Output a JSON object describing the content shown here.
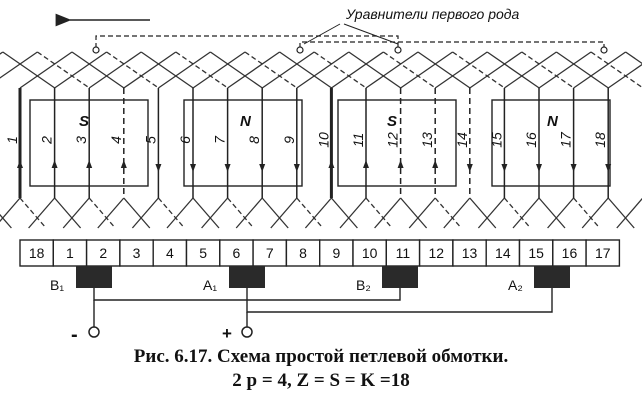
{
  "diagram": {
    "equalizer_label": "Уравнители первого рода",
    "conductor_labels": [
      "1",
      "2",
      "3",
      "4",
      "5",
      "6",
      "7",
      "8",
      "9",
      "10",
      "11",
      "12",
      "13",
      "14",
      "15",
      "16",
      "17",
      "18"
    ],
    "pole_labels": [
      "S",
      "N",
      "S",
      "N"
    ],
    "commutator_segments": [
      "18",
      "1",
      "2",
      "3",
      "4",
      "5",
      "6",
      "7",
      "8",
      "9",
      "10",
      "11",
      "12",
      "13",
      "14",
      "15",
      "16",
      "17"
    ],
    "brushes": [
      "B₁",
      "A₁",
      "B₂",
      "A₂"
    ],
    "terminals": [
      "-",
      "+"
    ]
  },
  "caption": {
    "line1": "Рис. 6.17. Схема простой петлевой обмотки.",
    "line2": "2 p = 4,  Z = S = K =18"
  }
}
